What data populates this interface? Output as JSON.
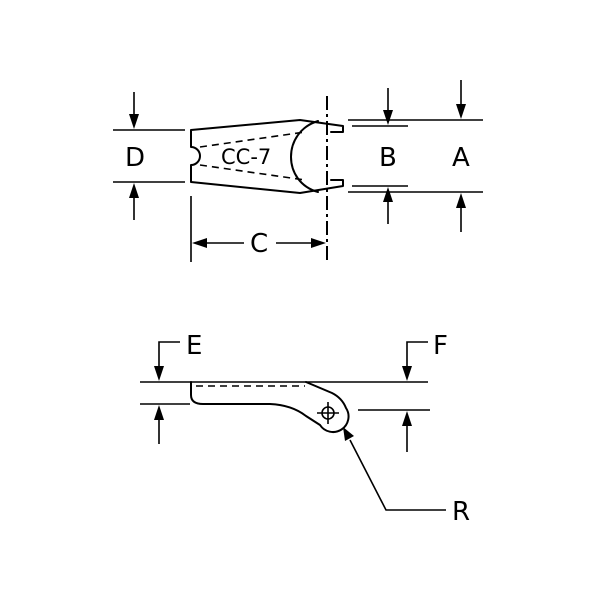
{
  "labels": {
    "a": "A",
    "b": "B",
    "c": "C",
    "d": "D",
    "e": "E",
    "f": "F",
    "r": "R"
  },
  "part_code": "CC-7",
  "colors": {
    "line": "#000000",
    "background": "#ffffff"
  }
}
